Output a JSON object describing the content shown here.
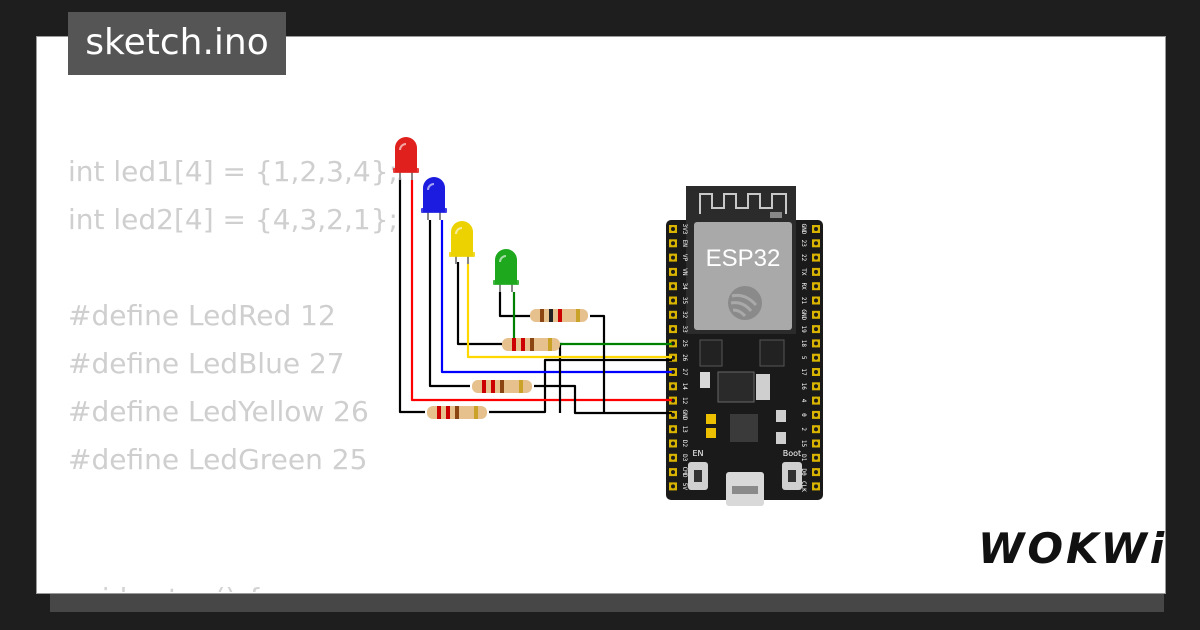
{
  "title": "sketch.ino",
  "code_lines": [
    "int led1[4] = {1,2,3,4};",
    "int led2[4] = {4,3,2,1};",
    "",
    "#define LedRed 12",
    "#define LedBlue 27",
    "#define LedYellow 26",
    "#define LedGreen 25"
  ],
  "code_cut_line": "void setup() {",
  "board": {
    "label": "ESP32",
    "button_en": "EN",
    "button_boot": "Boot",
    "left_pins": [
      "3V3",
      "EN",
      "VP",
      "VN",
      "34",
      "35",
      "32",
      "33",
      "25",
      "26",
      "27",
      "14",
      "12",
      "GND",
      "13",
      "D2",
      "D3",
      "CMD",
      "5V"
    ],
    "right_pins": [
      "GND",
      "23",
      "22",
      "TX",
      "RX",
      "21",
      "GND",
      "19",
      "18",
      "5",
      "17",
      "16",
      "4",
      "0",
      "2",
      "15",
      "D1",
      "D0",
      "CLK"
    ]
  },
  "leds": [
    {
      "color_name": "red",
      "color": "#e0201c"
    },
    {
      "color_name": "blue",
      "color": "#1c1ce0"
    },
    {
      "color_name": "yellow",
      "color": "#ecd200"
    },
    {
      "color_name": "green",
      "color": "#1ea81e"
    }
  ],
  "wires": {
    "red": "#ff0000",
    "blue": "#0000ff",
    "yellow": "#ffd800",
    "green": "#008000",
    "black": "#000000"
  },
  "brand": "WOKWi"
}
